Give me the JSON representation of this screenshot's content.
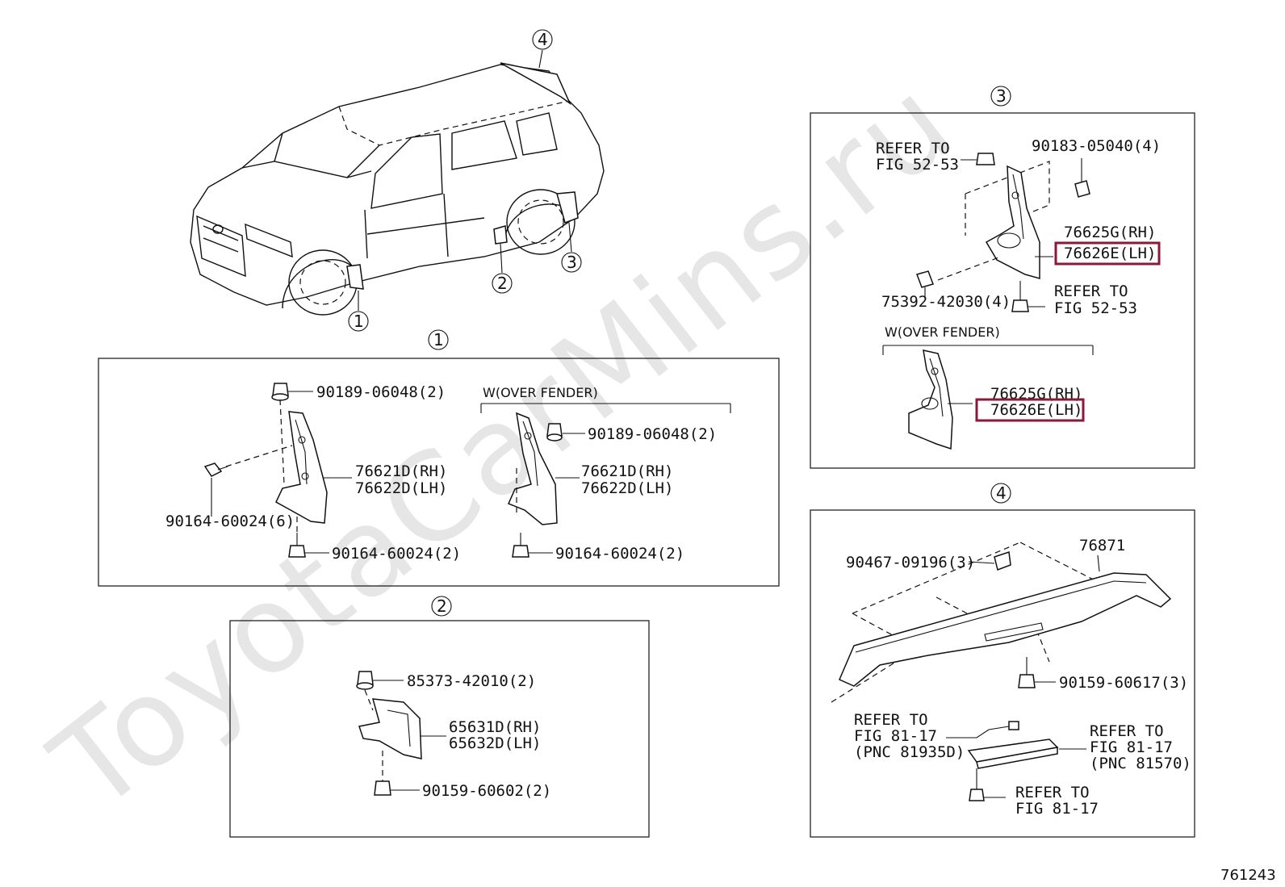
{
  "watermark": "ToyotaCarMins.ru",
  "figure_id": "761243",
  "callouts": {
    "c1": "1",
    "c2": "2",
    "c3": "3",
    "c4": "4"
  },
  "panel1": {
    "title": "1",
    "w_over_fender": "W(OVER FENDER)",
    "clip_top_left": "90189-06048(2)",
    "screw_left": "90164-60024(6)",
    "screw_bottom_left": "90164-60024(2)",
    "part_rh_left": "76621D(RH)",
    "part_lh_left": "76622D(LH)",
    "clip_top_right": "90189-06048(2)",
    "part_rh_right": "76621D(RH)",
    "part_lh_right": "76622D(LH)",
    "screw_bottom_right": "90164-60024(2)"
  },
  "panel2": {
    "title": "2",
    "clip": "85373-42010(2)",
    "part_rh": "65631D(RH)",
    "part_lh": "65632D(LH)",
    "screw": "90159-60602(2)"
  },
  "panel3": {
    "title": "3",
    "refer_top_1": "REFER TO",
    "refer_top_2": "FIG 52-53",
    "clip": "90183-05040(4)",
    "part_rh": "76625G(RH)",
    "part_lh": "76626E(LH)",
    "bolt": "75392-42030(4)",
    "refer_bottom_1": "REFER TO",
    "refer_bottom_2": "FIG 52-53",
    "w_over_fender": "W(OVER FENDER)",
    "part_rh_2": "76625G(RH)",
    "part_lh_2": "76626E(LH)",
    "highlight_color": "#8b1a3a"
  },
  "panel4": {
    "title": "4",
    "spoiler": "76871",
    "clip": "90467-09196(3)",
    "screw": "90159-60617(3)",
    "refer_a_1": "REFER TO",
    "refer_a_2": "FIG 81-17",
    "refer_a_3": "(PNC 81935D)",
    "refer_b_1": "REFER TO",
    "refer_b_2": "FIG 81-17",
    "refer_b_3": "(PNC 81570)",
    "refer_c_1": "REFER TO",
    "refer_c_2": "FIG 81-17"
  }
}
